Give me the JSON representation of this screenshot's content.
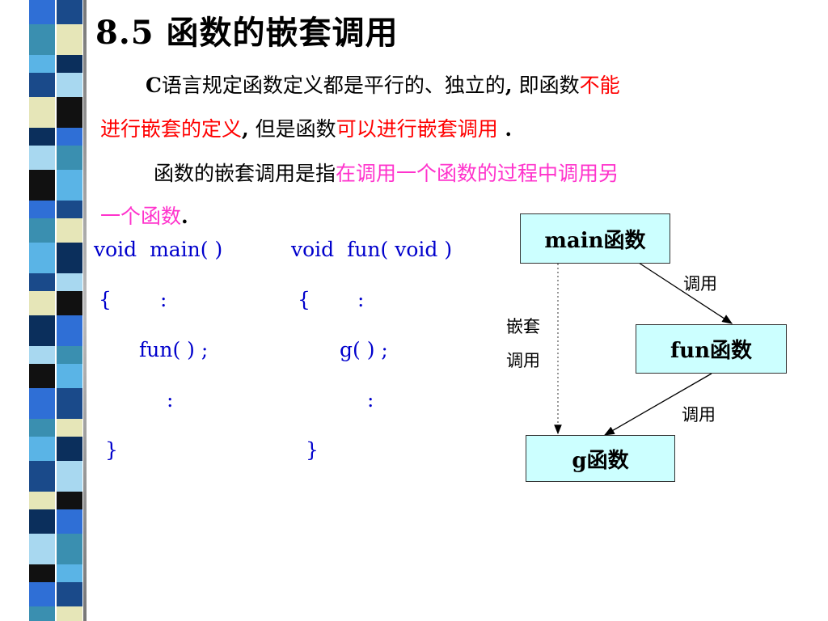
{
  "slide": {
    "title": "8.5 函数的嵌套调用",
    "para1": {
      "c": "C",
      "t1": "语言规定函数定义都是平行的、独立的",
      "comma1": ",",
      "t2": " 即函数",
      "red1": "不能",
      "red2": "进行嵌套的定义",
      "comma2": ",",
      "t3": " 但是函数",
      "red3": "可以进行嵌套调用",
      "period": " ."
    },
    "para2": {
      "t1": "函数的嵌套调用是指",
      "pink1": "在调用一个函数的过程中调用另",
      "pink2": "一个函数",
      "period": "."
    },
    "code_main": {
      "header": "void  main( )",
      "brace_open": "{",
      "dots1": ":",
      "call": "fun( ) ;",
      "dots2": ":",
      "brace_close": "}"
    },
    "code_fun": {
      "header": "void  fun( void )",
      "brace_open": "{",
      "dots1": ":",
      "call": "g( ) ;",
      "dots2": ":",
      "brace_close": "}"
    }
  },
  "diagram": {
    "main_box": "main函数",
    "fun_box": "fun函数",
    "g_box": "g函数",
    "call_label_1": "调用",
    "call_label_2": "调用",
    "nested_label_1": "嵌套",
    "nested_label_2": "调用"
  },
  "colors": {
    "code": "#0000cc",
    "highlight_red": "#ff0000",
    "highlight_pink": "#ff33cc",
    "box_fill": "#ccffff"
  }
}
